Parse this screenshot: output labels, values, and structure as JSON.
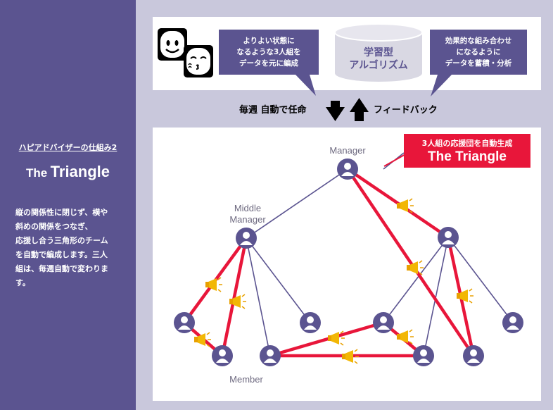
{
  "sidebar": {
    "subtitle": "ハピアドバイザーの仕組み2",
    "title_small": "The",
    "title_large": "Triangle",
    "description": [
      "縦の関係性に閉じず、横や",
      "斜めの関係をつなぎ、",
      "応援し合う三角形のチーム",
      "を自動で編成します。三人",
      "組は、毎週自動で変わりま",
      "す。"
    ]
  },
  "top_panel": {
    "left_bubble": [
      "よりよい状態に",
      "なるような3人組を",
      "データを元に編成"
    ],
    "cylinder": [
      "学習型",
      "アルゴリズム"
    ],
    "right_bubble": [
      "効果的な組み合わせ",
      "になるように",
      "データを蓄積・分析"
    ]
  },
  "arrows": {
    "down_label": "毎週 自動で任命",
    "up_label": "フィードバック"
  },
  "callout": {
    "line1": "3人組の応援団を自動生成",
    "line2": "The Triangle"
  },
  "labels": {
    "manager": "Manager",
    "middle_manager": "Middle\nManager",
    "member": "Member"
  },
  "colors": {
    "sidebar": "#5b5490",
    "background": "#c9c8dc",
    "accent_red": "#e8163a",
    "node": "#5b5490",
    "line": "#5b5490"
  }
}
